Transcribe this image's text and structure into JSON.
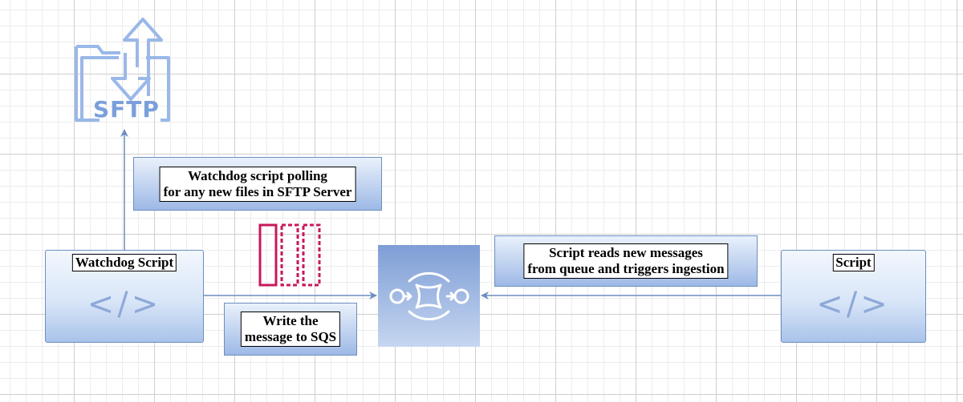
{
  "sftp": {
    "icon": "sftp-folder-transfer-icon",
    "label": "SFTP"
  },
  "watchdog_node": {
    "title": "Watchdog Script",
    "icon": "code-icon"
  },
  "script_node": {
    "title": "Script",
    "icon": "code-icon"
  },
  "sqs": {
    "icon": "sqs-queue-icon"
  },
  "labels": {
    "polling": [
      "Watchdog script polling",
      "for any new files in SFTP Server"
    ],
    "write": [
      "Write the",
      "message to SQS"
    ],
    "reads": [
      "Script reads new messages",
      "from queue and triggers ingestion"
    ]
  },
  "code_glyph": "</>",
  "colors": {
    "edge": "#6c8ebf",
    "node_fill": "#dae8fc",
    "message_icon": "#c7185b",
    "sftp_icon": "#7a9fdb"
  }
}
